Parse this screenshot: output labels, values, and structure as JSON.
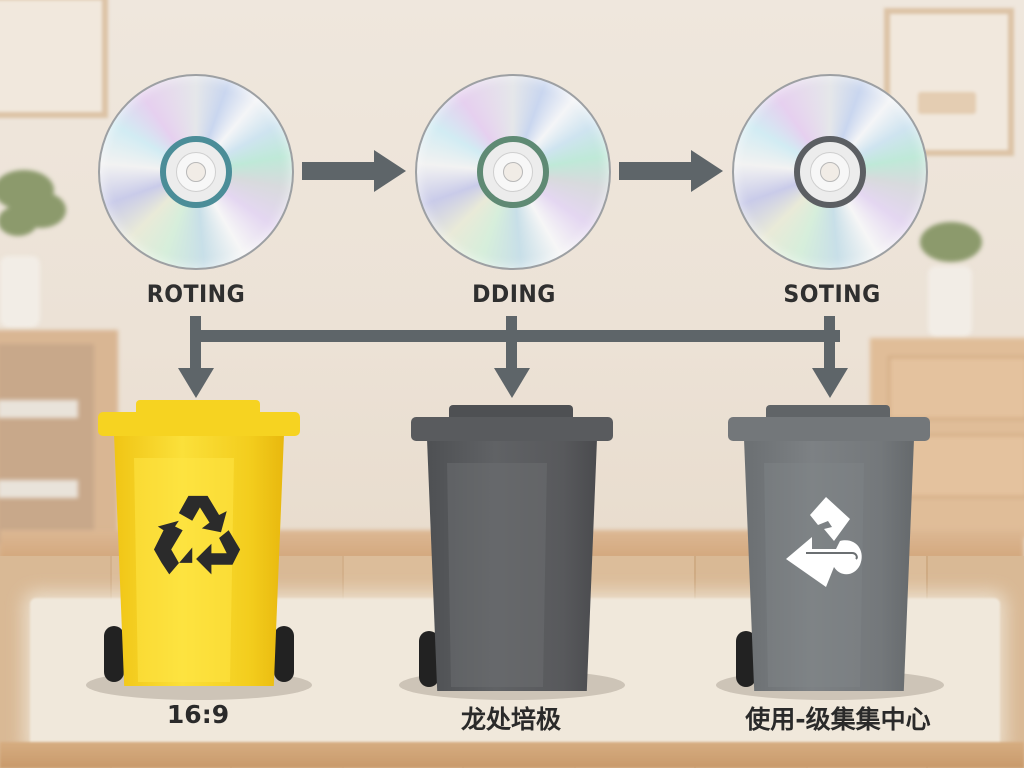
{
  "diagram": {
    "type": "flow",
    "description": "Three discs in a horizontal sequence, each feeding down into a waste bin",
    "steps": [
      {
        "label": "ROTING",
        "icon": "disc-icon"
      },
      {
        "label": "DDING",
        "icon": "disc-icon"
      },
      {
        "label": "SOTING",
        "icon": "disc-icon"
      }
    ],
    "bins": [
      {
        "label": "16:9",
        "color": "#f6d321",
        "icon": "recycle-icon",
        "icon_color": "#2b2b2b"
      },
      {
        "label": "龙处培极",
        "color": "#5a5c5f",
        "icon": "none"
      },
      {
        "label": "使用-级集集中心",
        "color": "#74787b",
        "icon": "abstract-arrows-icon",
        "icon_color": "#ffffff"
      }
    ],
    "edges": [
      {
        "from": "ROTING",
        "to": "DDING",
        "style": "right-arrow"
      },
      {
        "from": "DDING",
        "to": "SOTING",
        "style": "right-arrow"
      },
      {
        "from": "ROTING",
        "to": "16:9",
        "style": "down-arrow"
      },
      {
        "from": "DDING",
        "to": "龙处培极",
        "style": "down-arrow"
      },
      {
        "from": "SOTING",
        "to": "使用-级集集中心",
        "style": "down-arrow"
      }
    ],
    "connector_bar": "horizontal bar joining all three vertical down-arrows",
    "colors": {
      "arrow": "#5e6569",
      "text": "#2f2f2f",
      "background_wall": "#ece3d8",
      "floor": "#d9b995"
    }
  }
}
